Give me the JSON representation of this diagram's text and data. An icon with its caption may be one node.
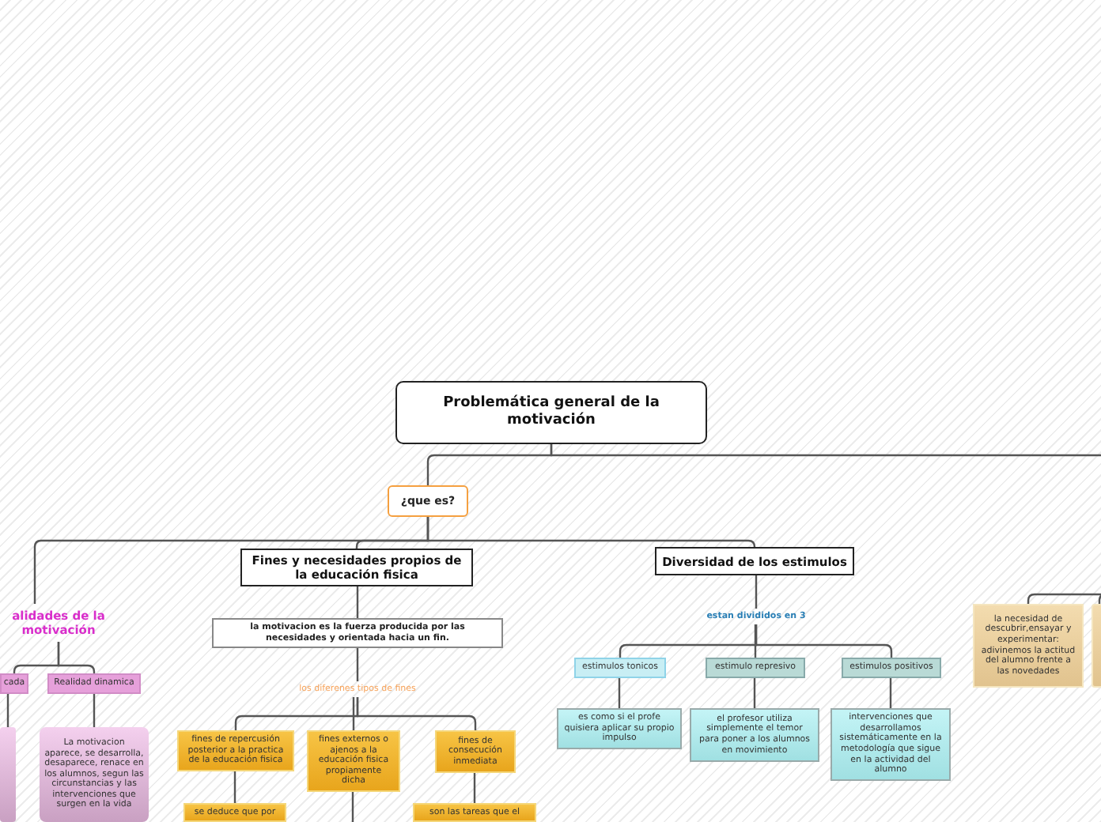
{
  "diagram": {
    "nodes": [
      {
        "text": [
          "Problemática general de la motivación"
        ]
      },
      {
        "text": [
          "¿que es?"
        ]
      },
      {
        "text": [
          "alidades de la motivación"
        ]
      },
      {
        "text": [
          "cada"
        ]
      },
      {
        "text": [
          "Realidad dinamica"
        ]
      },
      {
        "text": [],
        "shape": "box"
      },
      {
        "text": [
          "La motivacion aparece, se desarrolla, desaparece, renace en los alumnos, segun las circunstancias y las intervenciones que surgen en la vida"
        ]
      },
      {
        "text": [
          "Fines y necesidades propios de la educación fisica"
        ]
      },
      {
        "text": [
          "la motivacion es la fuerza producida por las necesidades y orientada hacia un fin."
        ]
      },
      {
        "text": [
          "los diferenes tipos de fines"
        ]
      },
      {
        "text": [
          "fines de repercusión posterior a la practica de la educación fisica"
        ]
      },
      {
        "text": [
          "fines externos o ajenos a la educación fisica propiamente dicha"
        ]
      },
      {
        "text": [
          "fines de consecución inmediata"
        ]
      },
      {
        "text": [
          "se deduce que por"
        ]
      },
      {
        "text": [
          "son las tareas que el"
        ]
      },
      {
        "text": [
          "Diversidad de los estimulos"
        ]
      },
      {
        "text": [
          "estan divididos en 3"
        ]
      },
      {
        "text": [
          "estimulos tonicos"
        ]
      },
      {
        "text": [
          "estimulo represivo"
        ]
      },
      {
        "text": [
          "estimulos positivos"
        ]
      },
      {
        "text": [
          "es como si el profe quisiera aplicar su propio impulso"
        ]
      },
      {
        "text": [
          "el profesor utiliza simplemente el temor para poner a los alumnos en movimiento"
        ]
      },
      {
        "text": [
          "intervenciones que desarrollamos sistemáticamente en la metodología que sigue en la actividad del alumno"
        ]
      },
      {
        "text": [
          "la necesidad de descubrir,ensayar y experimentar: adivinemos la actitud del alumno frente a las novedades"
        ]
      },
      {
        "text": [],
        "shape": "box"
      }
    ],
    "edges": [
      {
        "from": 0,
        "to": 1,
        "arrow": "none"
      },
      {
        "from": 0,
        "to": null,
        "arrow": "none"
      },
      {
        "from": 1,
        "to": 2,
        "arrow": "none"
      },
      {
        "from": 1,
        "to": 7,
        "arrow": "none"
      },
      {
        "from": 1,
        "to": 15,
        "arrow": "none"
      },
      {
        "from": 2,
        "to": 3,
        "arrow": "none"
      },
      {
        "from": 2,
        "to": 4,
        "arrow": "none"
      },
      {
        "from": 3,
        "to": 5,
        "arrow": "none"
      },
      {
        "from": 4,
        "to": 6,
        "arrow": "none"
      },
      {
        "from": 7,
        "to": 8,
        "arrow": "none"
      },
      {
        "from": 8,
        "to": 9,
        "arrow": "none"
      },
      {
        "from": 9,
        "to": 10,
        "arrow": "none"
      },
      {
        "from": 9,
        "to": 11,
        "arrow": "none"
      },
      {
        "from": 9,
        "to": 12,
        "arrow": "none"
      },
      {
        "from": 10,
        "to": 13,
        "arrow": "none"
      },
      {
        "from": 11,
        "to": null,
        "arrow": "none"
      },
      {
        "from": 12,
        "to": 14,
        "arrow": "none"
      },
      {
        "from": 15,
        "to": 16,
        "arrow": "none"
      },
      {
        "from": 16,
        "to": 17,
        "arrow": "none"
      },
      {
        "from": 16,
        "to": 18,
        "arrow": "none"
      },
      {
        "from": 16,
        "to": 19,
        "arrow": "none"
      },
      {
        "from": 17,
        "to": 20,
        "arrow": "none"
      },
      {
        "from": 18,
        "to": 21,
        "arrow": "none"
      },
      {
        "from": 19,
        "to": 22,
        "arrow": "none"
      },
      {
        "from": null,
        "to": 23,
        "arrow": "none"
      },
      {
        "from": null,
        "to": 24,
        "arrow": "none"
      }
    ]
  }
}
